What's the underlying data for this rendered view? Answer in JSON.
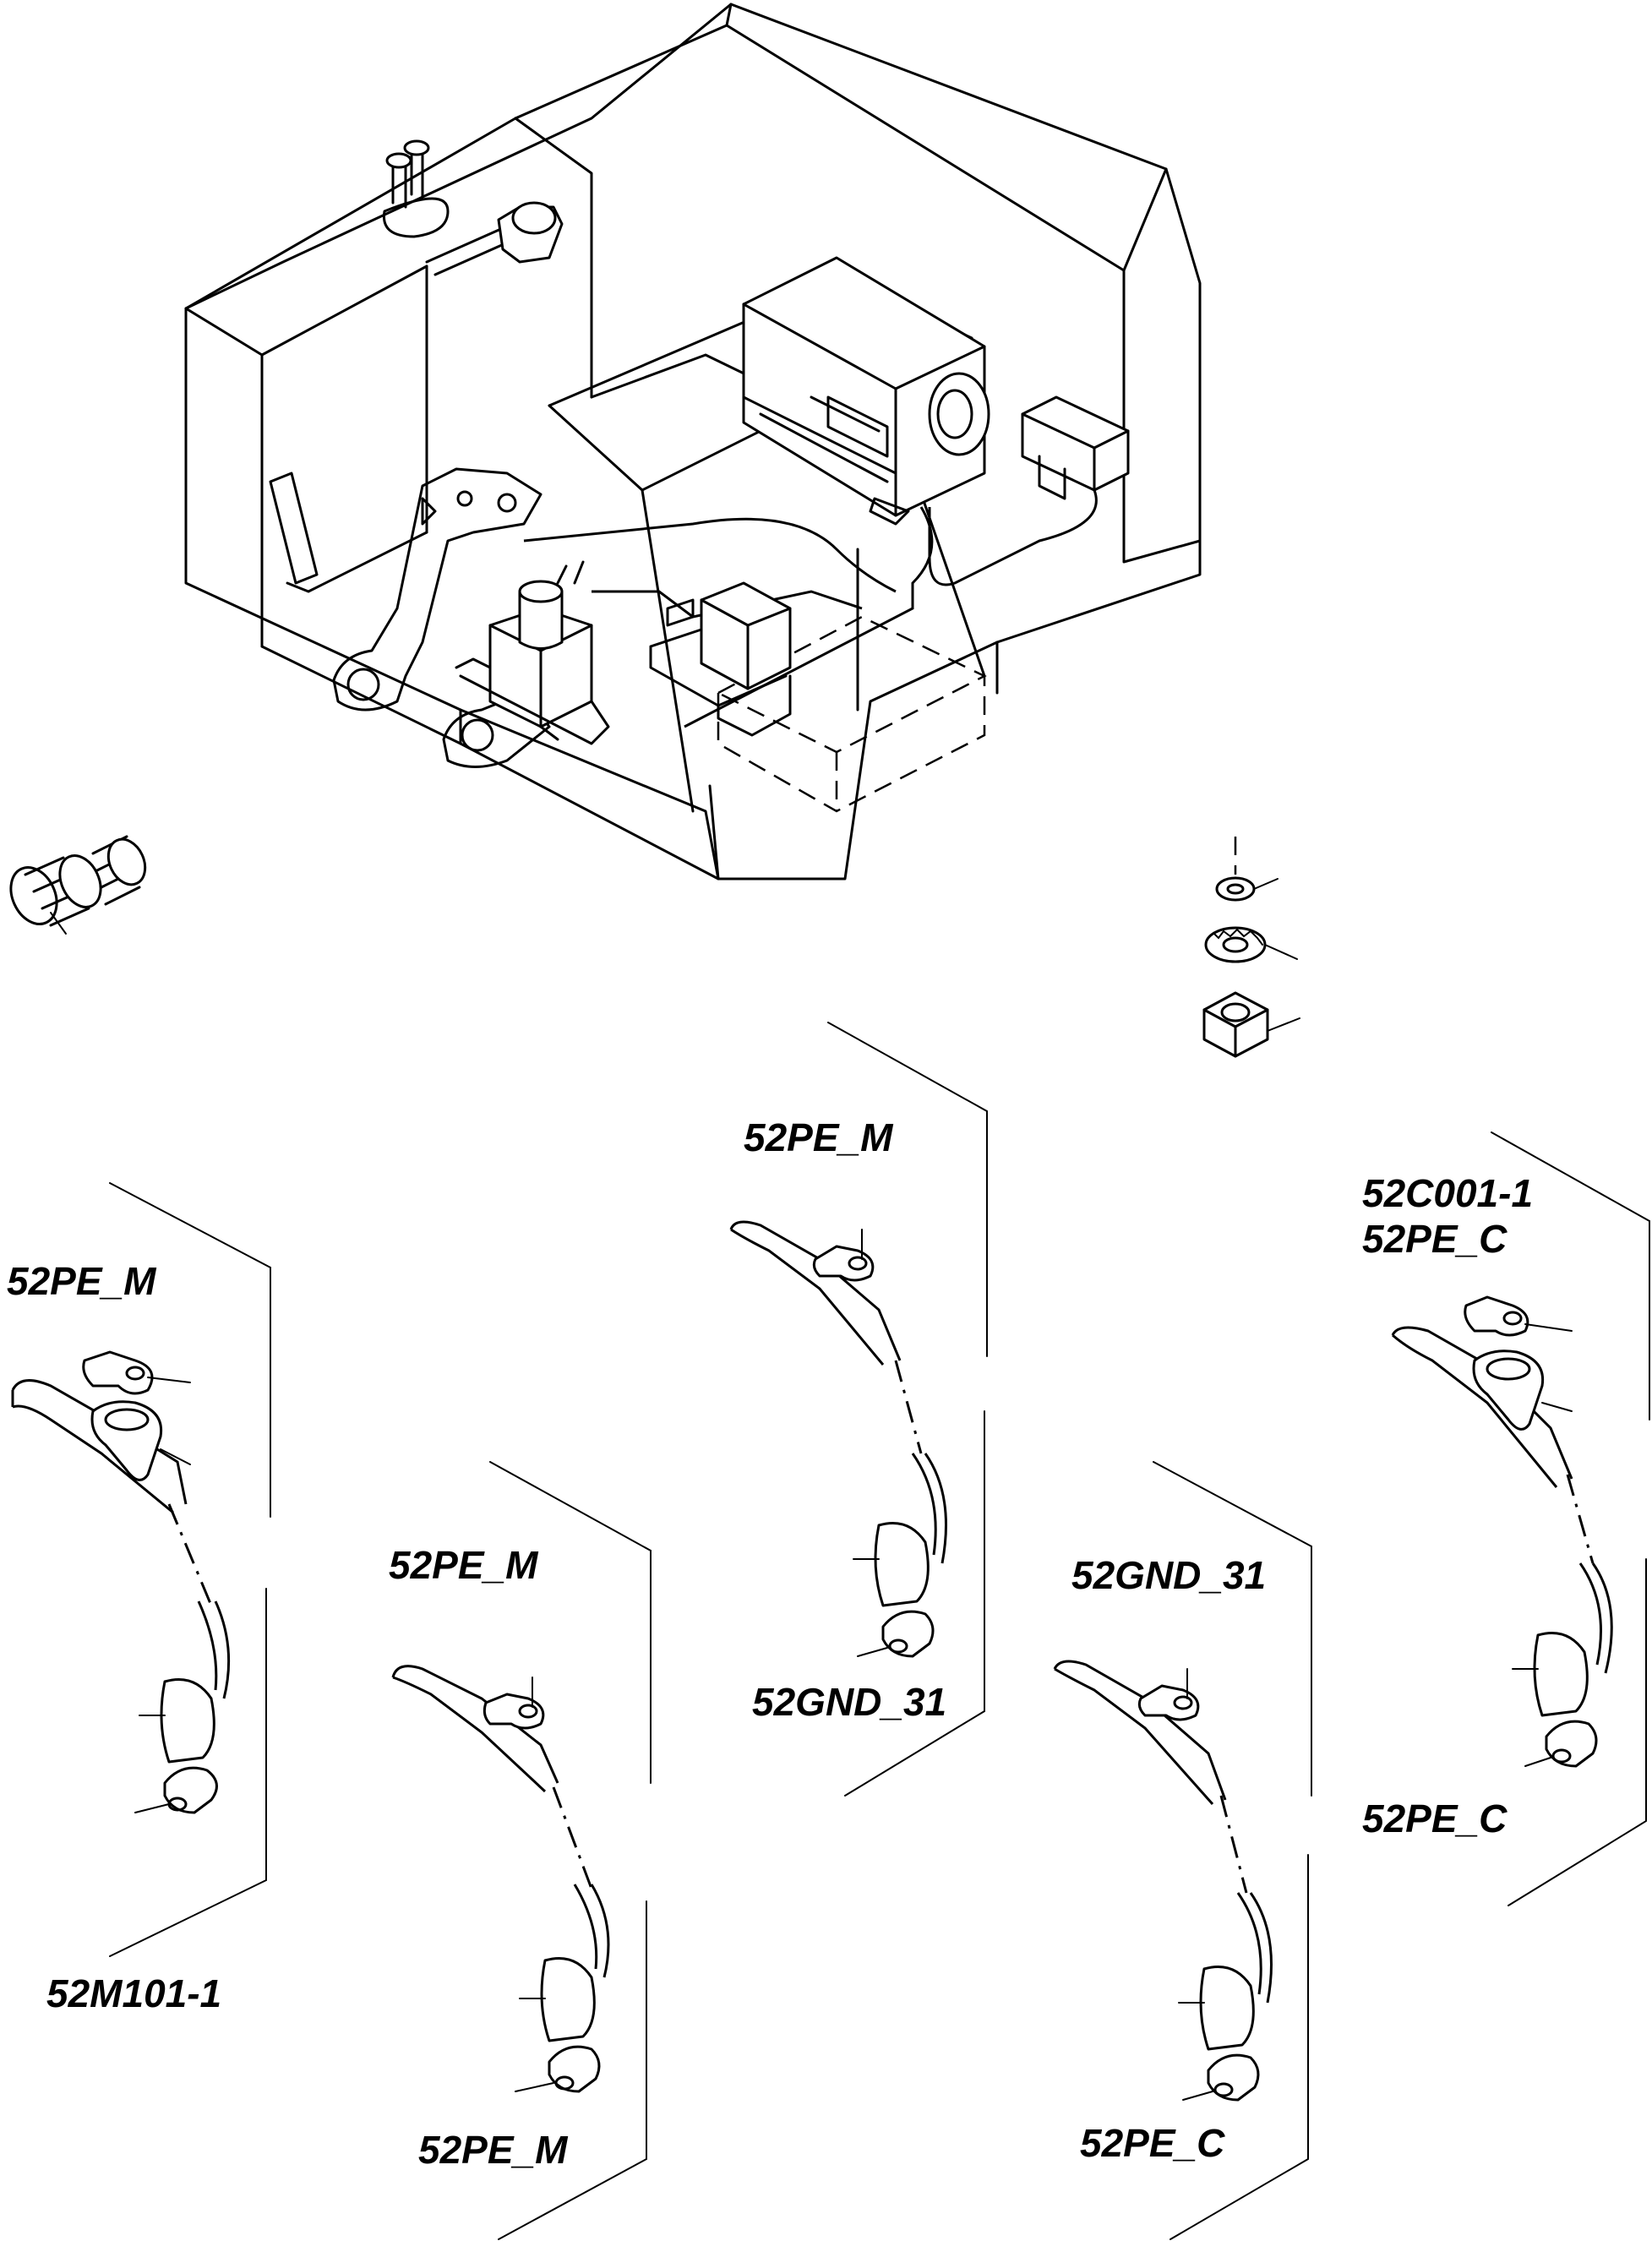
{
  "labels": {
    "cable1_top": "52PE_M",
    "cable1_bottom": "52M101-1",
    "cable2_top": "52PE_M",
    "cable2_bottom": "52PE_M",
    "cable3_top": "52PE_M",
    "cable3_bottom": "52GND_31",
    "cable4_top": "52GND_31",
    "cable4_bottom": "52PE_C",
    "cable5_top_line1": "52C001-1",
    "cable5_top_line2": "52PE_C",
    "cable5_bottom": "52PE_C"
  }
}
